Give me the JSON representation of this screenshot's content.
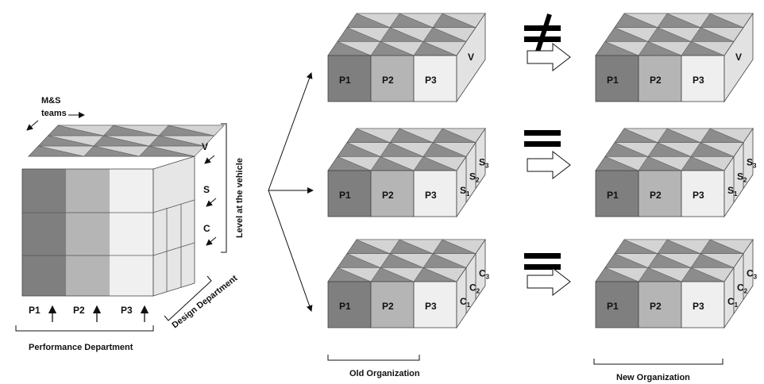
{
  "left_cube": {
    "ms_teams": [
      "M&S",
      "teams"
    ],
    "front_labels": [
      "P1",
      "P2",
      "P3"
    ],
    "side_labels": [
      "V",
      "S",
      "C"
    ],
    "level_label": "Level at the vehicle",
    "design_label": "Design Department",
    "performance_label": "Performance Department"
  },
  "rows": [
    {
      "old": {
        "labels": [
          "P1",
          "P2",
          "P3"
        ],
        "side": [
          "V"
        ]
      },
      "symbol": "≠",
      "new": {
        "labels": [
          "P1",
          "P2",
          "P3"
        ],
        "side": [
          "V"
        ]
      }
    },
    {
      "old": {
        "labels": [
          "P1",
          "P2",
          "P3"
        ],
        "side": [
          "S1",
          "S2",
          "S3"
        ]
      },
      "symbol": "=",
      "new": {
        "labels": [
          "P1",
          "P2",
          "P3"
        ],
        "side": [
          "S1",
          "S2",
          "S3"
        ]
      }
    },
    {
      "old": {
        "labels": [
          "P1",
          "P2",
          "P3"
        ],
        "side": [
          "C1",
          "C2",
          "C3"
        ]
      },
      "symbol": "=",
      "new": {
        "labels": [
          "P1",
          "P2",
          "P3"
        ],
        "side": [
          "C1",
          "C2",
          "C3"
        ]
      }
    }
  ],
  "captions": {
    "old": "Old Organization",
    "new": "New Organization"
  },
  "colors": {
    "dark": "#7f7f7f",
    "mid": "#b5b5b5",
    "light": "#efefef",
    "top_dark": "#8c8c8c",
    "top_light": "#d4d4d4",
    "side": "#e2e2e2"
  }
}
